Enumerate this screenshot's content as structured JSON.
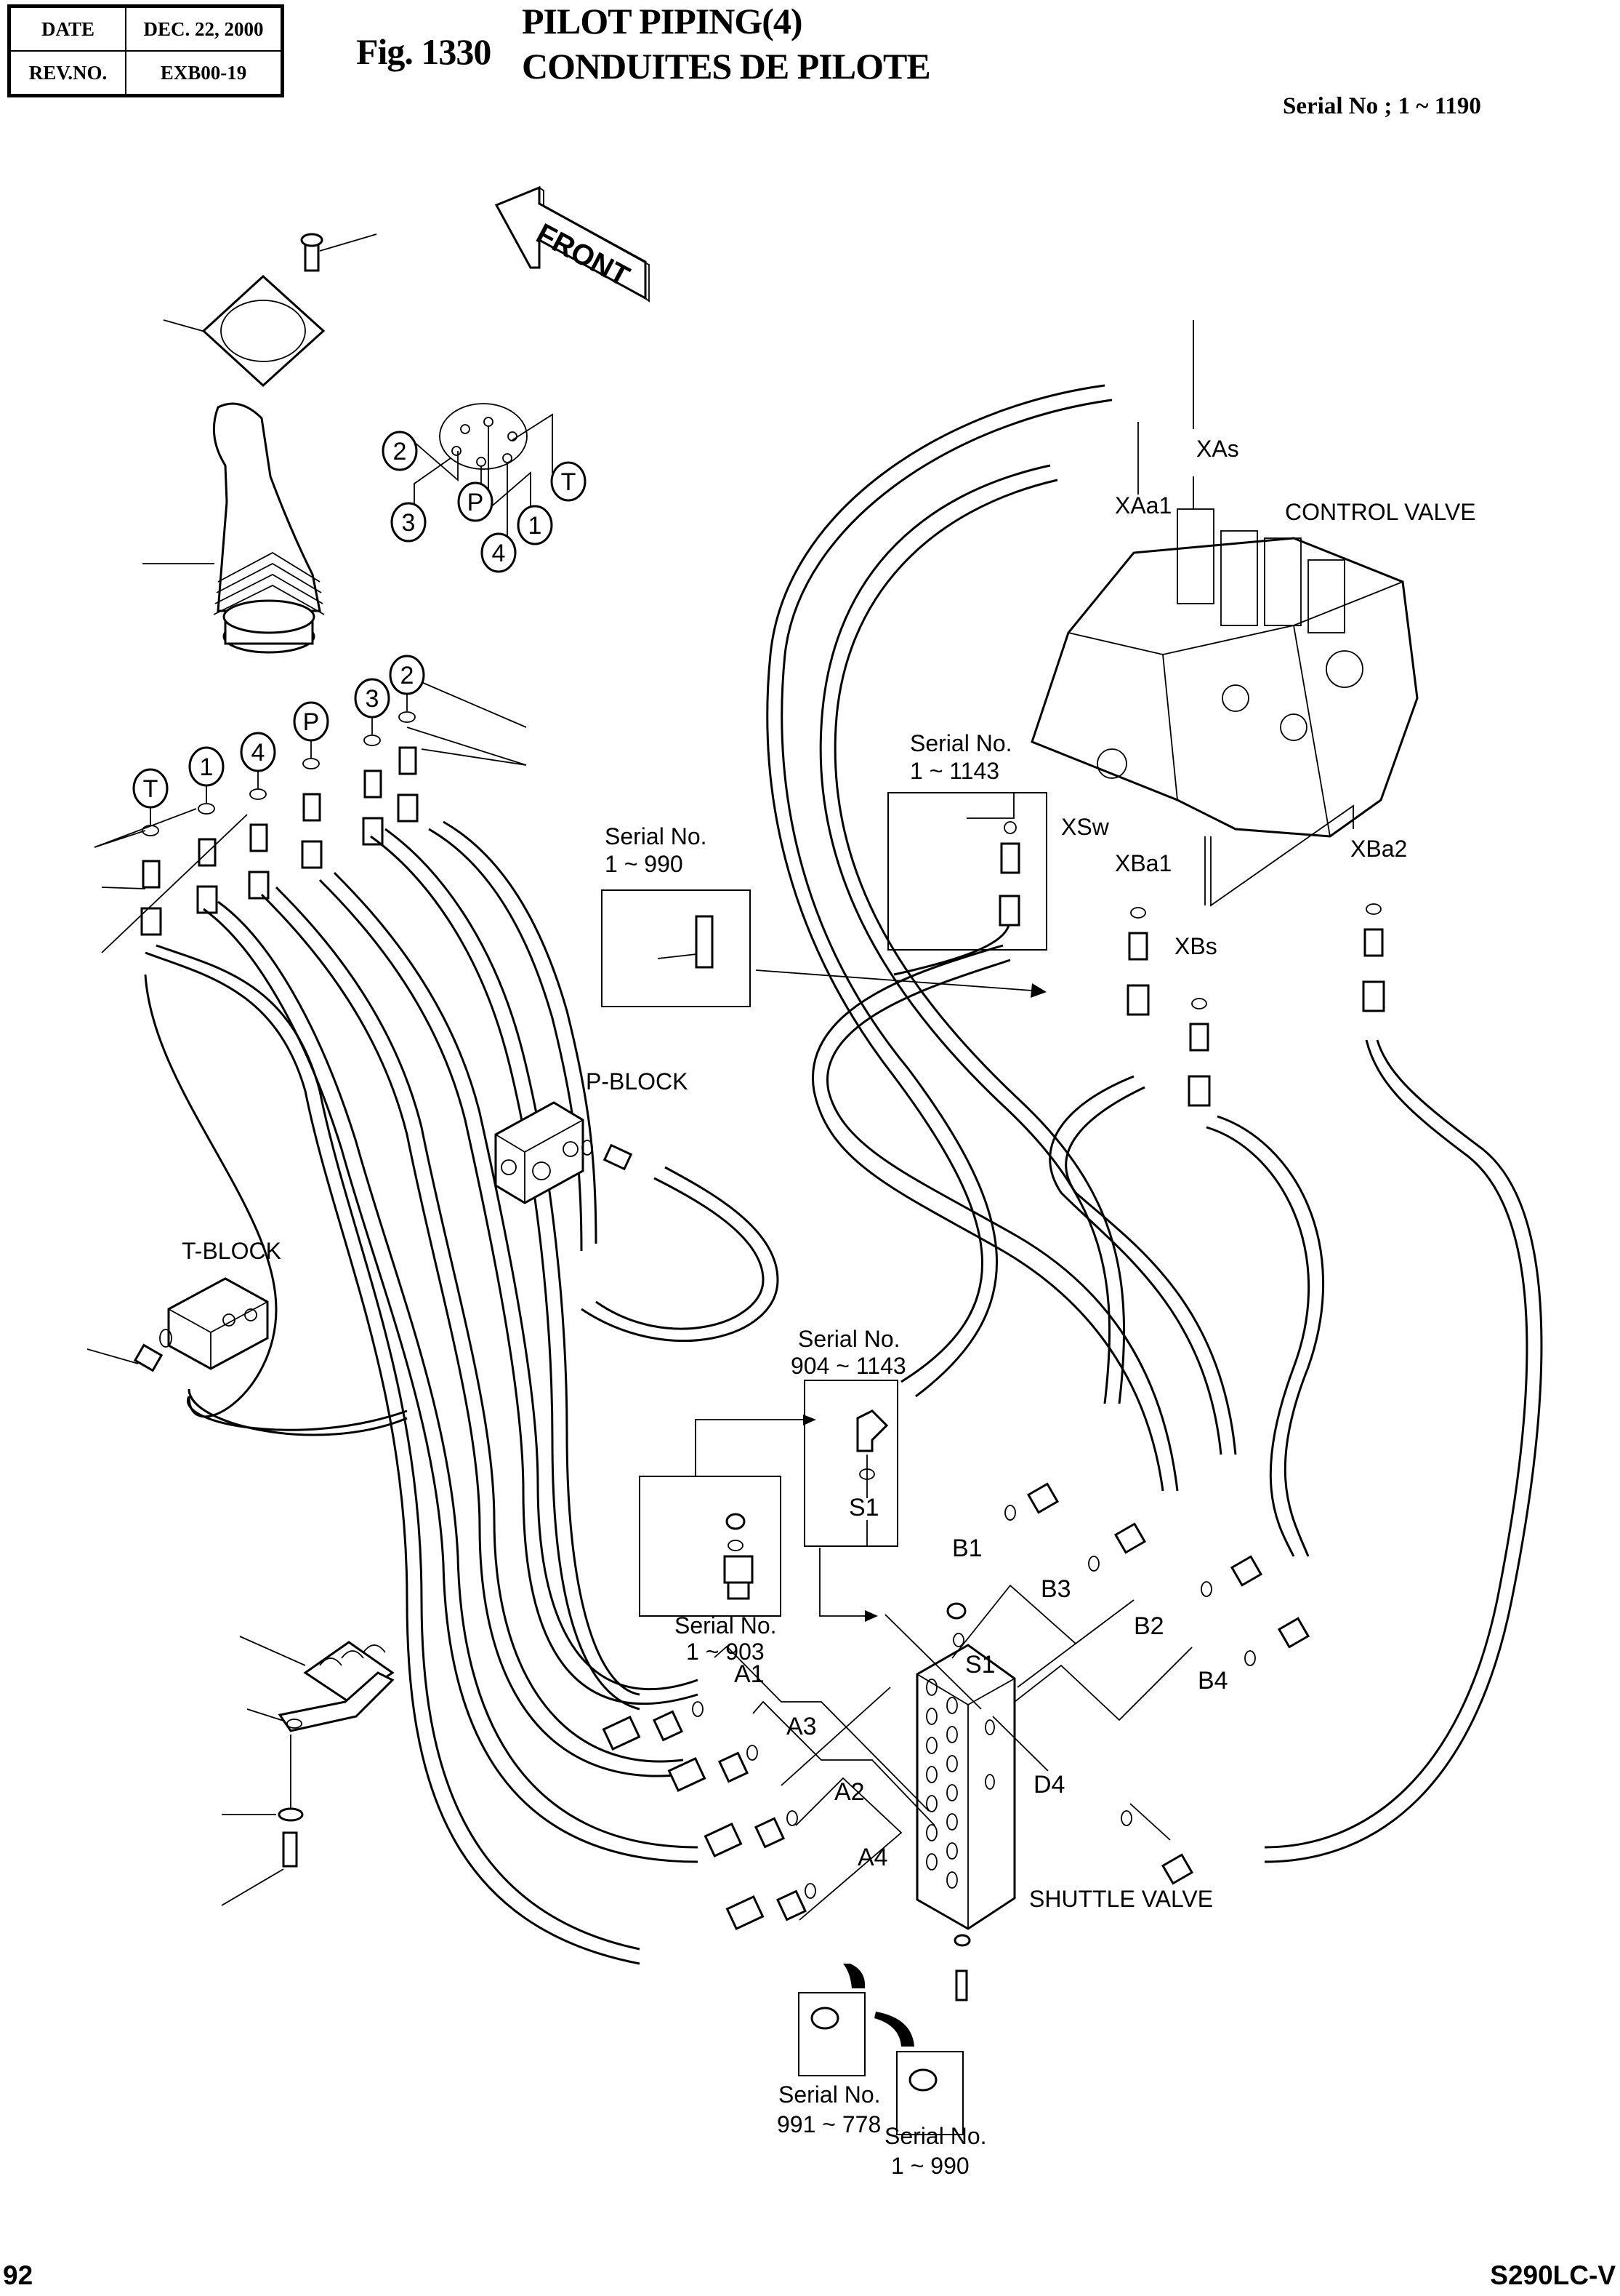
{
  "header": {
    "date_label": "DATE",
    "date_value": "DEC. 22, 2000",
    "rev_label": "REV.NO.",
    "rev_value": "EXB00-19",
    "figure_number": "Fig. 1330",
    "title_en": "PILOT PIPING(4)",
    "title_fr": "CONDUITES DE PILOTE",
    "serial_range": "Serial No ; 1 ~ 1190"
  },
  "footer": {
    "page_number": "92",
    "model": "S290LC-V"
  },
  "diagram": {
    "direction_arrow": "FRONT",
    "components": {
      "control_valve": "CONTROL VALVE",
      "p_block": "P-BLOCK",
      "t_block": "T-BLOCK",
      "shuttle_valve": "SHUTTLE VALVE"
    },
    "joystick_ports": [
      "2",
      "3",
      "P",
      "4",
      "1",
      "T"
    ],
    "joystick_fitting_ports": [
      "T",
      "1",
      "4",
      "P",
      "3",
      "2"
    ],
    "control_valve_ports": [
      "XAs",
      "XAa1",
      "XSw",
      "XBa1",
      "XBs",
      "XBa2"
    ],
    "shuttle_valve_ports": [
      "A1",
      "A3",
      "A2",
      "A4",
      "B1",
      "B3",
      "B2",
      "B4",
      "S1",
      "D4"
    ],
    "inset_s1_label": "S1",
    "serial_notes": [
      {
        "label": "Serial No.",
        "range": "1 ~ 990",
        "location": "inline-fitting"
      },
      {
        "label": "Serial No.",
        "range": "1 ~ 1143",
        "location": "xsw-fitting"
      },
      {
        "label": "Serial No.",
        "range": "904 ~ 1143",
        "location": "s1-elbow"
      },
      {
        "label": "Serial No.",
        "range": "1 ~ 903",
        "location": "s1-tee"
      },
      {
        "label": "Serial No.",
        "range": "991 ~ 778",
        "location": "bottom-fitting-a"
      },
      {
        "label": "Serial No.",
        "range": "1 ~ 990",
        "location": "bottom-fitting-b"
      }
    ]
  }
}
